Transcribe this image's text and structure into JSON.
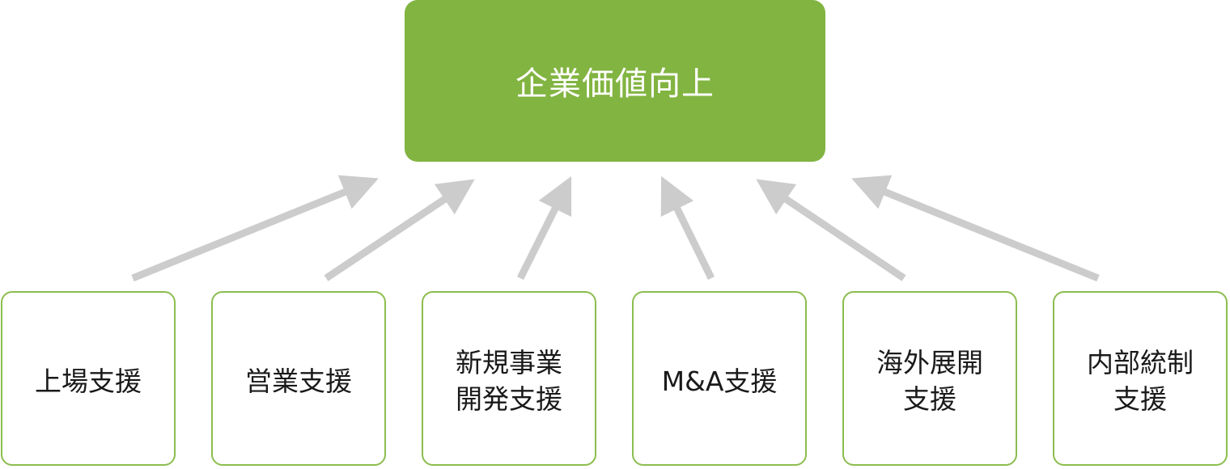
{
  "top": {
    "label": "企業価値向上"
  },
  "items": [
    {
      "label": "上場支援"
    },
    {
      "label": "営業支援"
    },
    {
      "label": "新規事業\n開発支援"
    },
    {
      "label": "M&A支援"
    },
    {
      "label": "海外展開\n支援"
    },
    {
      "label": "内部統制\n支援"
    }
  ],
  "colors": {
    "accent": "#82b441",
    "border": "#8cbd4e",
    "arrow": "#cccccc",
    "text": "#1a1a1a"
  }
}
